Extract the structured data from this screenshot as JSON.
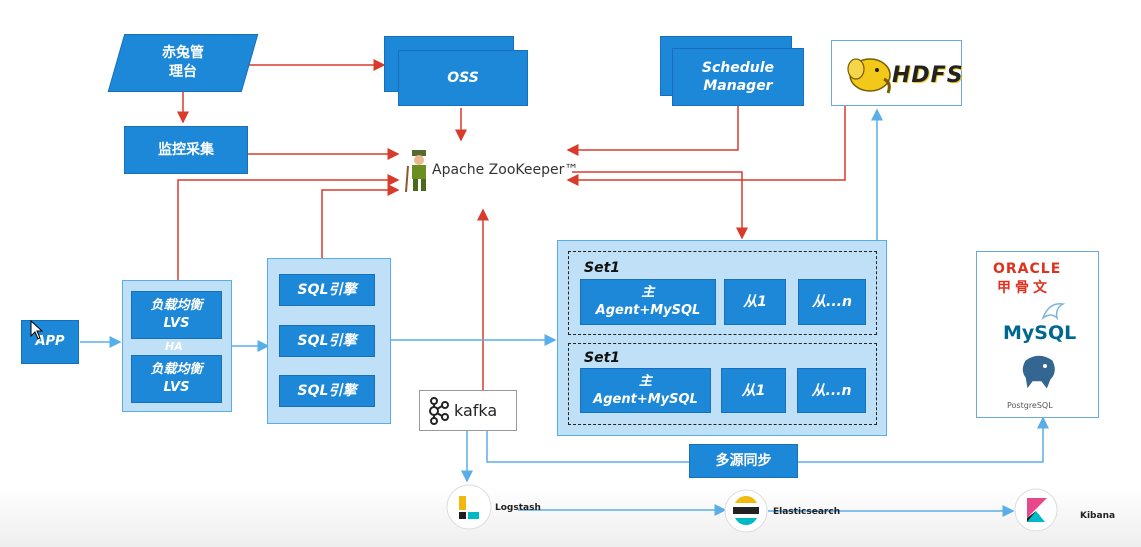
{
  "nodes": {
    "chitu": "赤兔管\n理台",
    "oss": "OSS",
    "schedule": "Schedule\nManager",
    "hdfs": "HDFS",
    "monitor": "监控采集",
    "zookeeper": "Apache ZooKeeper™",
    "app": "APP",
    "lvs1": "负载均衡\nLVS",
    "ha": "HA",
    "lvs2": "负载均衡\nLVS",
    "sql1": "SQL引擎",
    "sql2": "SQL引擎",
    "sql3": "SQL引擎",
    "kafka": "kafka",
    "multisync": "多源同步"
  },
  "sets": [
    {
      "title": "Set1",
      "master": "主\nAgent+MySQL",
      "slave1": "从1",
      "slaven": "从...n"
    },
    {
      "title": "Set1",
      "master": "主\nAgent+MySQL",
      "slave1": "从1",
      "slaven": "从...n"
    }
  ],
  "targets": {
    "oracle": "ORACLE",
    "oracle_cn": "甲骨文",
    "mysql": "MySQL",
    "postgres": "PostgreSQL"
  },
  "pipeline": {
    "logstash": "Logstash",
    "elasticsearch": "Elasticsearch",
    "kibana": "Kibana"
  },
  "colors": {
    "box": "#1e88d8",
    "panel": "#bfe0f6",
    "red_arrow": "#d93b2b",
    "blue_arrow": "#5aaee8"
  }
}
